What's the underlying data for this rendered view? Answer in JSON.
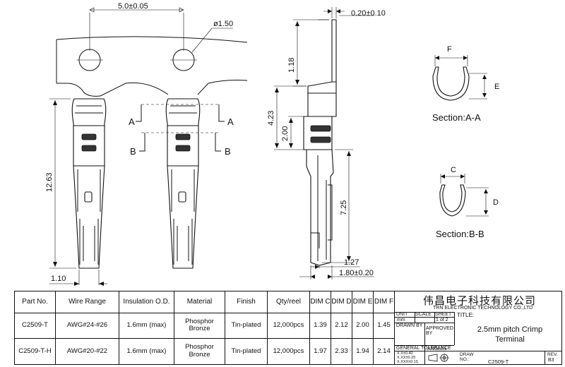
{
  "dimensions": {
    "pitch": "5.0±0.05",
    "hole_dia": "ø1.50",
    "thickness": "0.20±0.10",
    "overall_length": "12.63",
    "tab_height": "1.18",
    "body_height": "4.23",
    "crimp_height": "2.00",
    "contact_length": "7.25",
    "width_bottom": "1.10",
    "tip_offset": "1.27",
    "side_width": "1.80±0.20"
  },
  "section_labels": {
    "a_left": "A",
    "a_right": "A",
    "b_left": "B",
    "b_right": "B",
    "section_a_title": "Section:A-A",
    "section_b_title": "Section:B-B",
    "f": "F",
    "e": "E",
    "c": "C",
    "d": "D"
  },
  "spec_table": {
    "headers": {
      "part_no": "Part No.",
      "wire_range": "Wire Range",
      "insulation": "Insulation O.D.",
      "material": "Material",
      "finish": "Finish",
      "qty": "Qty/reel",
      "dim_c": "DIM C",
      "dim_d": "DIM D",
      "dim_e": "DIM E",
      "dim_f": "DIM F"
    },
    "rows": [
      {
        "part_no": "C2509-T",
        "wire_range": "AWG#24-#26",
        "insulation": "1.6mm (max)",
        "material": "Phosphor Bronze",
        "finish": "Tin-plated",
        "qty": "12,000pcs",
        "c": "1.39",
        "d": "2.12",
        "e": "2.00",
        "f": "1.45"
      },
      {
        "part_no": "C2509-T-H",
        "wire_range": "AWG#20-#22",
        "insulation": "1.6mm (max)",
        "material": "Phosphor Bronze",
        "finish": "Tin-plated",
        "qty": "12,000pcs",
        "c": "1.97",
        "d": "2.33",
        "e": "1.94",
        "f": "2.14"
      }
    ]
  },
  "title_block": {
    "company_cn": "伟昌电子科技有限公司",
    "company_en": "TRN ELECTRONIC TECHNOLOGY CO.,LTD",
    "unit_label": "UNIT",
    "unit_value": "mm",
    "scale_label": "SCALE",
    "sheet_label": "SHEET",
    "sheet_value": "1 of 2",
    "title_label": "TITLE:",
    "title_line1": "2.5mm pitch Crimp",
    "title_line2": "Terminal",
    "drawn_by": "DRAWN BY",
    "approved_by": "APPROVED BY",
    "general_tolerance": "GENERAL TOLERANCE",
    "angle": "ANGLE±",
    "tol_1": "X.X±0.40",
    "tol_2": "X.XX±0.25",
    "tol_3": "X.XXX±0.15",
    "draw_no_label": "DRAW NO.:",
    "draw_no": "C2509-T",
    "rev_label": "REV.",
    "rev_value": "B3"
  }
}
